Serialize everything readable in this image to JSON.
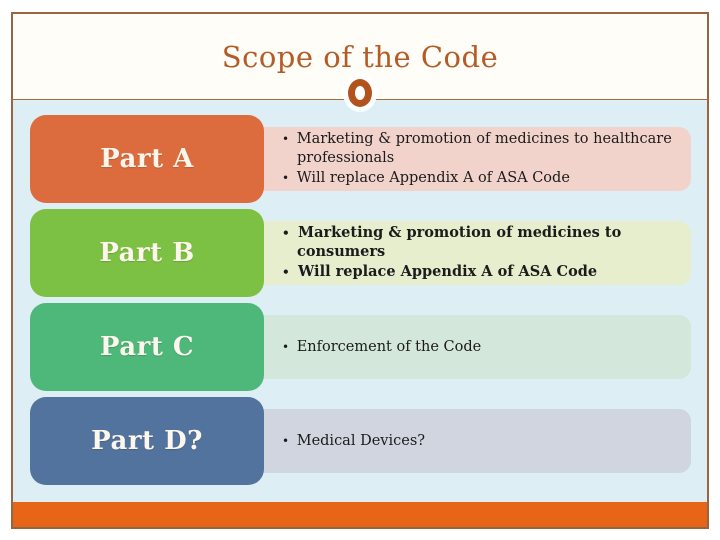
{
  "title": "Scope of the Code",
  "rows": [
    {
      "label": "Part A",
      "box_color": "#dc6c3e",
      "panel_color": "#f2d3cc",
      "bullets": [
        "Marketing & promotion of medicines to healthcare professionals",
        "Will replace Appendix A of ASA Code"
      ]
    },
    {
      "label": "Part B",
      "box_color": "#7cc143",
      "panel_color": "#e6eecd",
      "bullets": [
        "Marketing & promotion of medicines to consumers",
        "Will replace Appendix A of ASA Code"
      ]
    },
    {
      "label": "Part C",
      "box_color": "#4eb87b",
      "panel_color": "#d3e7da",
      "bullets": [
        "Enforcement of the Code"
      ]
    },
    {
      "label": "Part D?",
      "box_color": "#53739f",
      "panel_color": "#d1d5e0",
      "bullets": [
        "Medical Devices?"
      ]
    }
  ],
  "colors": {
    "frame_border": "#9a6440",
    "title_text": "#b55b25",
    "ring": "#b2521c",
    "header_bg": "#fffdf8",
    "slide_bg": "#ddeff5",
    "footer_bar": "#e66517",
    "bullet_text": "#1b1b1b"
  }
}
